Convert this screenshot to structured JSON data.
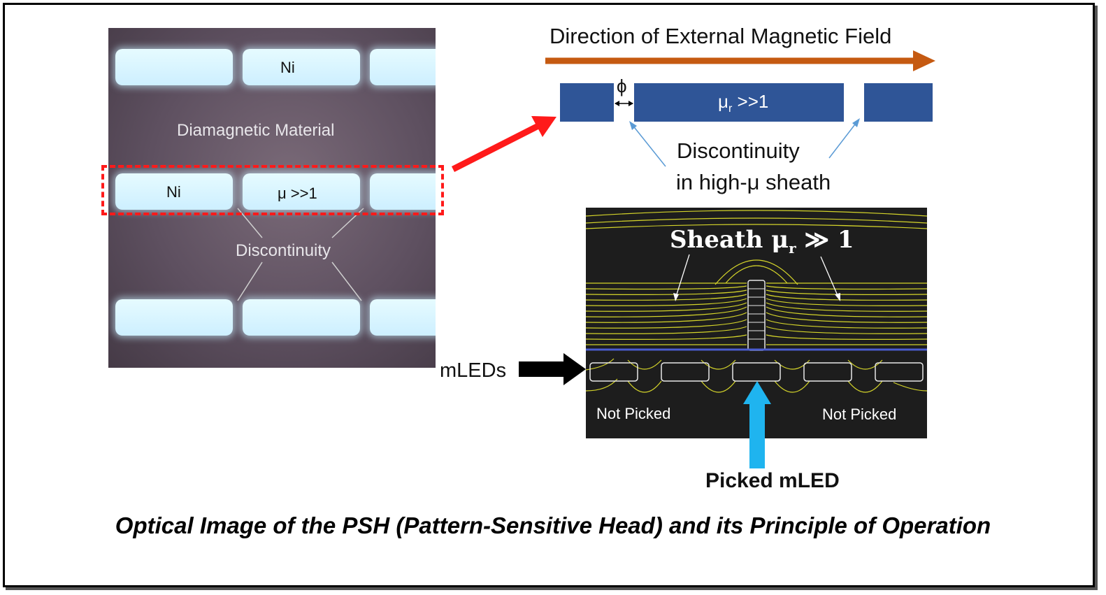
{
  "photo": {
    "top_pad_label": "Ni",
    "material_label": "Diamagnetic Material",
    "mid_pad_left_label": "Ni",
    "mid_pad_center_label": "μ >>1",
    "discontinuity_label": "Discontinuity"
  },
  "schematic": {
    "field_direction_label": "Direction of External Magnetic Field",
    "gap_symbol": "ϕ",
    "mu_label_prefix": "μ",
    "mu_label_sub": "r",
    "mu_label_suffix": " >>1",
    "discontinuity_line1": "Discontinuity",
    "discontinuity_line2": "in high-μ sheath"
  },
  "simulation": {
    "sheath_label_prefix": "Sheath μ",
    "sheath_label_sub": "r",
    "sheath_label_suffix": "≫ 1",
    "not_picked_left": "Not Picked",
    "not_picked_right": "Not Picked",
    "mleds_label": "mLEDs",
    "picked_label": "Picked mLED"
  },
  "caption": "Optical Image of the PSH (Pattern-Sensitive Head) and its Principle  of Operation",
  "colors": {
    "field_arrow": "#c55a11",
    "sheath": "#2f5597",
    "selection": "#ff1a1a",
    "field_lines": "#d4d42a",
    "picked_arrow": "#1fb4ef"
  }
}
